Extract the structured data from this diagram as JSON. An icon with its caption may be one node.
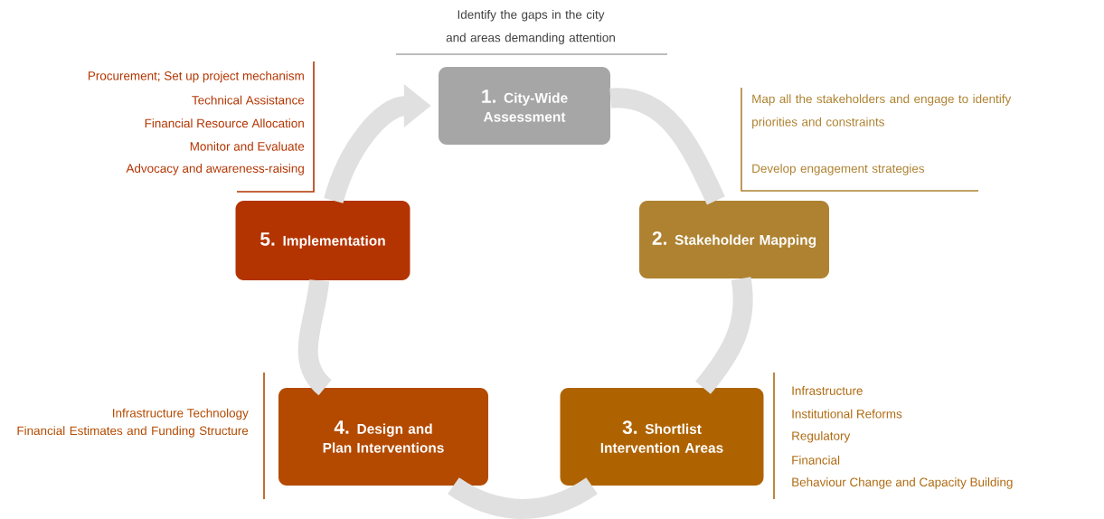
{
  "diagram": {
    "nodes": [
      {
        "text": [
          "1.",
          "City-Wide Assessment"
        ],
        "beside": [
          "Identify the gaps in the city and areas demanding attention"
        ]
      },
      {
        "text": [
          "2.",
          "Stakeholder Mapping"
        ],
        "beside": [
          "Map all the stakeholders and engage to identify priorities and constraints",
          "Develop engagement strategies"
        ]
      },
      {
        "text": [
          "3.",
          "Shortlist Intervention Areas"
        ],
        "beside": [
          "Infrastructure",
          "Institutional Reforms",
          "Regulatory",
          "Financial",
          "Behaviour Change and Capacity Building"
        ]
      },
      {
        "text": [
          "4.",
          "Design and Plan Interventions"
        ],
        "beside": [
          "Infrastructure Technology",
          "Financial Estimates and Funding Structure"
        ]
      },
      {
        "text": [
          "5.",
          "Implementation"
        ],
        "beside": [
          "Procurement; Set up project mechanism",
          "Technical Assistance",
          "Financial Resource Allocation",
          "Monitor and Evaluate",
          "Advocacy and awareness-raising"
        ]
      }
    ],
    "edges": [
      {
        "from": 0,
        "to": 1,
        "arrow": "none"
      },
      {
        "from": 1,
        "to": 2,
        "arrow": "none"
      },
      {
        "from": 2,
        "to": 3,
        "arrow": "none"
      },
      {
        "from": 3,
        "to": 4,
        "arrow": "none"
      },
      {
        "from": 4,
        "to": 0,
        "arrow": "to"
      }
    ]
  }
}
